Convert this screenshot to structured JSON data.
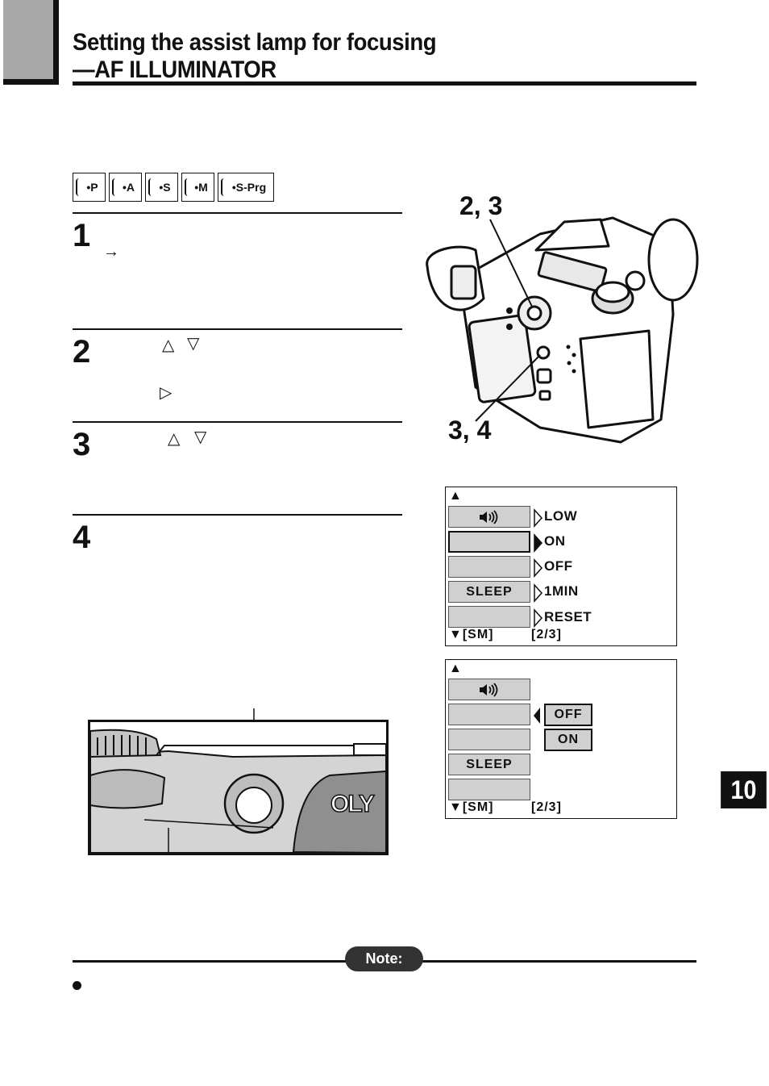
{
  "header": {
    "title_line1": "Setting the assist lamp for focusing",
    "title_line2": "—AF ILLUMINATOR"
  },
  "modes": [
    "•P",
    "•A",
    "•S",
    "•M",
    "•S-Prg"
  ],
  "steps": [
    {
      "number": "1",
      "glyphs": [
        "→"
      ]
    },
    {
      "number": "2",
      "glyphs": [
        "△",
        "▽",
        "▷"
      ]
    },
    {
      "number": "3",
      "glyphs": [
        "△",
        "▽"
      ]
    },
    {
      "number": "4",
      "glyphs": []
    }
  ],
  "camera_callouts": {
    "top": "2, 3",
    "bottom": "3, 4"
  },
  "menu1": {
    "up_arrow": "▲",
    "cells": [
      "",
      "",
      "",
      "SLEEP",
      ""
    ],
    "options": [
      "LOW",
      "ON",
      "OFF",
      "1MIN",
      "RESET"
    ],
    "footer_left": "▼[SM]",
    "footer_right": "[2/3]"
  },
  "menu2": {
    "up_arrow": "▲",
    "cells": [
      "",
      "",
      "",
      "SLEEP",
      ""
    ],
    "options": [
      "OFF",
      "ON"
    ],
    "footer_left": "▼[SM]",
    "footer_right": "[2/3]"
  },
  "closeup": {
    "brand_fragment": "OLY"
  },
  "chapter_tab": "10",
  "note": {
    "label": "Note:"
  }
}
